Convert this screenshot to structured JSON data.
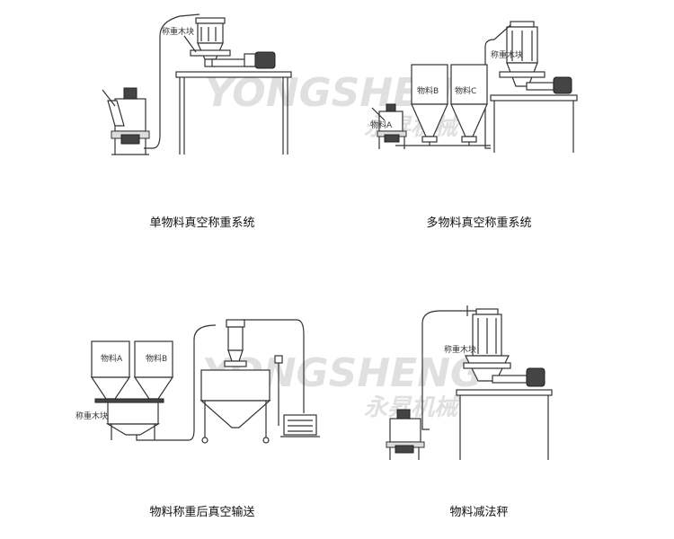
{
  "diagrams": [
    {
      "caption": "单物料真空称重系统",
      "labels": [
        "称重木块"
      ]
    },
    {
      "caption": "多物料真空称重系统",
      "labels": [
        "称重木块",
        "物料B",
        "物料C",
        "物料A"
      ]
    },
    {
      "caption": "物料称重后真空输送",
      "labels": [
        "物料A",
        "物料B",
        "称重木块"
      ]
    },
    {
      "caption": "物料减法秤",
      "labels": [
        "称重木块"
      ]
    }
  ],
  "watermark": {
    "latin": "YONGSHENG",
    "cn": "永昇机械"
  },
  "colors": {
    "line": "#333333",
    "fill": "#ffffff",
    "shade": "#dddddd",
    "motor": "#444444",
    "watermark": "#c8c8c8"
  }
}
